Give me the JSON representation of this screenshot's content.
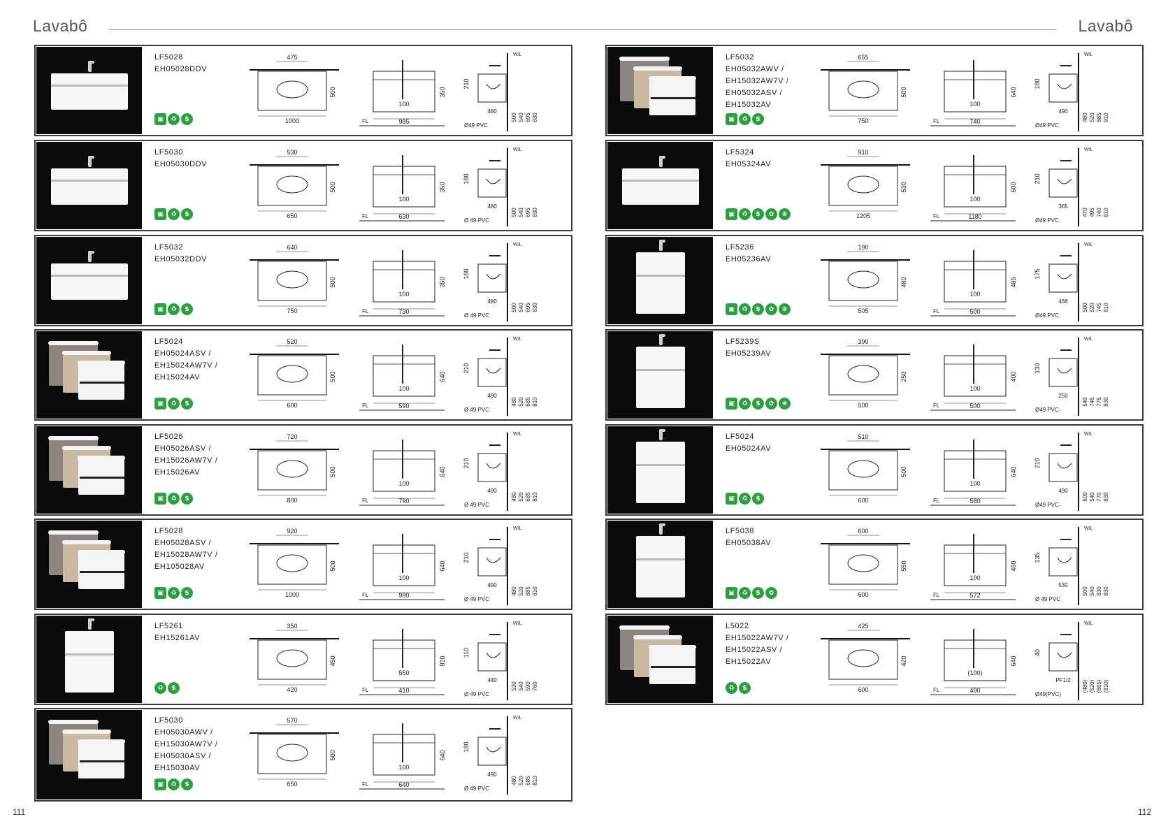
{
  "header": {
    "left_title": "Lavabô",
    "right_title": "Lavabô"
  },
  "pages": {
    "left": "111",
    "right": "112"
  },
  "left_column": [
    {
      "lines": [
        "LF5028",
        "EH05028DDV"
      ],
      "badges": 3,
      "dims": {
        "top_w": "475",
        "top_d": "500",
        "top_total": "1000",
        "front_w": "985",
        "front_h": "350",
        "front_sub": "100",
        "side_h": "210",
        "side_a": "500",
        "side_b": "540",
        "side_c": "695",
        "side_d": "830",
        "side_depth": "480",
        "pipe": "Ø49 PVC"
      }
    },
    {
      "lines": [
        "LF5030",
        "EH05030DDV"
      ],
      "badges": 3,
      "dims": {
        "top_w": "530",
        "top_d": "500",
        "top_total": "650",
        "front_w": "630",
        "front_h": "350",
        "front_sub": "100",
        "side_h": "180",
        "side_a": "500",
        "side_b": "540",
        "side_c": "695",
        "side_d": "830",
        "side_depth": "480",
        "pipe": "Ø 49 PVC"
      }
    },
    {
      "lines": [
        "LF5032",
        "EH05032DDV"
      ],
      "badges": 3,
      "dims": {
        "top_w": "640",
        "top_d": "500",
        "top_total": "750",
        "front_w": "730",
        "front_h": "350",
        "front_sub": "100",
        "side_h": "180",
        "side_a": "500",
        "side_b": "540",
        "side_c": "695",
        "side_d": "830",
        "side_depth": "480",
        "pipe": "Ø 49 PVC"
      }
    },
    {
      "lines": [
        "LF5024",
        "EH05024ASV /",
        "EH15024AW7V /",
        "EH15024AV"
      ],
      "badges": 3,
      "dims": {
        "top_w": "520",
        "top_d": "500",
        "top_total": "600",
        "front_w": "590",
        "front_h": "640",
        "front_sub": "100",
        "side_h": "210",
        "side_a": "480",
        "side_b": "520",
        "side_c": "685",
        "side_d": "810",
        "side_depth": "490",
        "pipe": "Ø 49 PVC"
      }
    },
    {
      "lines": [
        "LF5026",
        "EH05026ASV /",
        "EH15026AW7V /",
        "EH15026AV"
      ],
      "badges": 3,
      "dims": {
        "top_w": "720",
        "top_d": "500",
        "top_total": "800",
        "front_w": "790",
        "front_h": "640",
        "front_sub": "100",
        "side_h": "210",
        "side_a": "480",
        "side_b": "520",
        "side_c": "685",
        "side_d": "810",
        "side_depth": "490",
        "pipe": "Ø 49 PVC"
      }
    },
    {
      "lines": [
        "LF5028",
        "EH05028ASV /",
        "EH15028AW7V /",
        "EH105028AV"
      ],
      "badges": 3,
      "dims": {
        "top_w": "920",
        "top_d": "500",
        "top_total": "1000",
        "front_w": "990",
        "front_h": "640",
        "front_sub": "100",
        "side_h": "210",
        "side_a": "480",
        "side_b": "520",
        "side_c": "685",
        "side_d": "810",
        "side_depth": "490",
        "pipe": "Ø 49 PVC"
      }
    },
    {
      "lines": [
        "LF5261",
        "EH15261AV"
      ],
      "badges": 2,
      "dims": {
        "top_w": "350",
        "top_d": "450",
        "top_total": "420",
        "front_w": "410",
        "front_h": "810",
        "front_sub": "550",
        "side_h": "110",
        "side_a": "530",
        "side_b": "540",
        "side_c": "590",
        "side_d": "760",
        "side_depth": "440",
        "pipe": "Ø 49 PVC"
      }
    },
    {
      "lines": [
        "LF5030",
        "EH05030AWV /",
        "EH15030AW7V /",
        "EH05030ASV /",
        "EH15030AV"
      ],
      "badges": 3,
      "dims": {
        "top_w": "570",
        "top_d": "500",
        "top_total": "650",
        "front_w": "640",
        "front_h": "640",
        "front_sub": "100",
        "side_h": "180",
        "side_a": "480",
        "side_b": "520",
        "side_c": "685",
        "side_d": "810",
        "side_depth": "490",
        "pipe": "Ø 49 PVC"
      }
    }
  ],
  "right_column": [
    {
      "lines": [
        "LF5032",
        "EH05032AWV /",
        "EH15032AW7V /",
        "EH05032ASV /",
        "EH15032AV"
      ],
      "badges": 3,
      "dims": {
        "top_w": "655",
        "top_d": "500",
        "top_total": "750",
        "front_w": "740",
        "front_h": "640",
        "front_sub": "100",
        "side_h": "180",
        "side_a": "480",
        "side_b": "520",
        "side_c": "685",
        "side_d": "810",
        "side_depth": "490",
        "pipe": "Ø49 PVC"
      }
    },
    {
      "lines": [
        "LF5324",
        "EH05324AV"
      ],
      "badges": 5,
      "dims": {
        "top_w": "910",
        "top_d": "530",
        "top_total": "1205",
        "front_w": "1180",
        "front_h": "600",
        "front_sub": "100",
        "side_h": "210",
        "side_a": "470",
        "side_b": "495",
        "side_c": "740",
        "side_d": "810",
        "side_depth": "365",
        "pipe": "Ø49 PVC"
      }
    },
    {
      "lines": [
        "LF5236",
        "EH05236AV"
      ],
      "badges": 5,
      "dims": {
        "top_w": "190",
        "top_d": "480",
        "top_total": "505",
        "front_w": "500",
        "front_h": "485",
        "front_sub": "100",
        "side_h": "175",
        "side_a": "500",
        "side_b": "520",
        "side_c": "745",
        "side_d": "810",
        "side_depth": "468",
        "pipe": "Ø49 PVC"
      }
    },
    {
      "lines": [
        "LF5239S",
        "EH05239AV"
      ],
      "badges": 5,
      "dims": {
        "top_w": "390",
        "top_d": "250",
        "top_total": "500",
        "front_w": "500",
        "front_h": "400",
        "front_sub": "100",
        "side_h": "130",
        "side_a": "540",
        "side_b": "745",
        "side_c": "775",
        "side_d": "830",
        "side_depth": "250",
        "pipe": "Ø49 PVC"
      }
    },
    {
      "lines": [
        "LF5024",
        "EH05024AV"
      ],
      "badges": 3,
      "dims": {
        "top_w": "510",
        "top_d": "500",
        "top_total": "600",
        "front_w": "580",
        "front_h": "640",
        "front_sub": "100",
        "side_h": "210",
        "side_a": "500",
        "side_b": "540",
        "side_c": "770",
        "side_d": "830",
        "side_depth": "490",
        "pipe": "Ø49 PVC"
      }
    },
    {
      "lines": [
        "LF5038",
        "EH05038AV"
      ],
      "badges": 4,
      "dims": {
        "top_w": "600",
        "top_d": "550",
        "top_total": "600",
        "front_w": "572",
        "front_h": "480",
        "front_sub": "100",
        "side_h": "135",
        "side_a": "500",
        "side_b": "540",
        "side_c": "830",
        "side_d": "830",
        "side_depth": "530",
        "pipe": "Ø 49 PVC"
      }
    },
    {
      "lines": [
        "L5022",
        "EH15022AW7V /",
        "EH15022ASV /",
        "EH15022AV"
      ],
      "badges": 2,
      "dims": {
        "top_w": "425",
        "top_d": "420",
        "top_total": "600",
        "front_w": "490",
        "front_h": "640",
        "front_sub": "(100)",
        "side_h": "40",
        "side_a": "(480)",
        "side_b": "(520)",
        "side_c": "(685)",
        "side_d": "(810)",
        "side_depth": "PF1/2",
        "pipe": "Ø49(PVC)"
      }
    }
  ],
  "colors": {
    "badge": "#2e9e43",
    "thumb_bg": "#0b0b0b",
    "border": "#3a3a3a"
  },
  "icons": [
    "eco-badge-icon",
    "leaf-badge-icon",
    "dollar-badge-icon"
  ]
}
